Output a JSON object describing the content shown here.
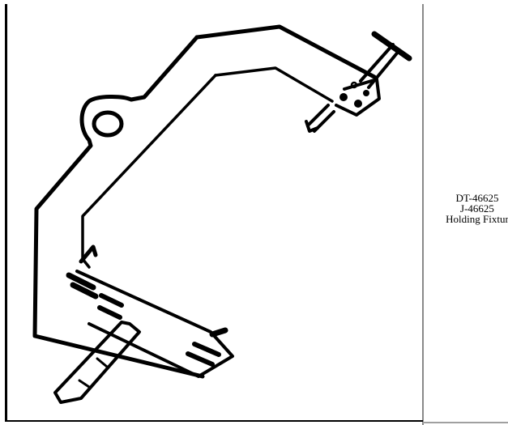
{
  "tool": {
    "part_numbers": [
      "DT-46625",
      "J-46625"
    ],
    "description": "Holding Fixtur",
    "illustration": "holding-fixture-drawing"
  },
  "colors": {
    "line": "#000000",
    "background": "#ffffff",
    "divider": "#8a8a8a"
  }
}
